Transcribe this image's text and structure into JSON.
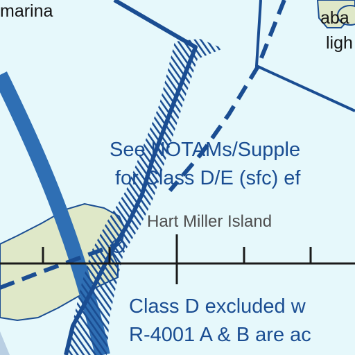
{
  "labels": {
    "marina": "marina",
    "aba": "aba",
    "ligh": "ligh",
    "notams_line1": "See NOTAMs/Supple",
    "notams_line2": "for Class D/E (sfc) ef",
    "island": "Hart Miller Island",
    "classd_line1": "Class D excluded w",
    "classd_line2": "R-4001 A & B are ac"
  },
  "colors": {
    "water": "#e6f8fb",
    "land": "#dfe8c8",
    "airspace_blue": "#1a4d92",
    "channel_blue": "#2f6fb4",
    "scale_black": "#1a1a1a"
  }
}
